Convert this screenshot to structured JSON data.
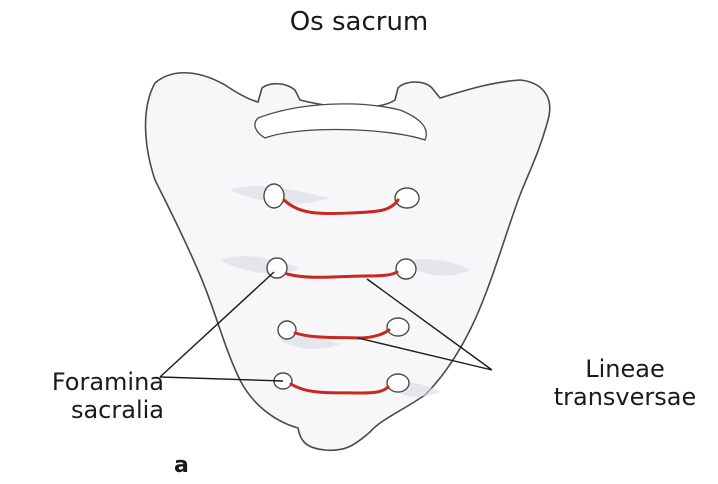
{
  "title": "Os sacrum",
  "labels": {
    "foramina_line1": "Foramina",
    "foramina_line2": "sacralia",
    "lineae_line1": "Lineae",
    "lineae_line2": "transversae",
    "panel_letter": "a"
  },
  "colors": {
    "bone_fill": "#f7f7f9",
    "bone_stroke": "#4a4a4a",
    "shadow": "#d9d9e2",
    "transverse_line": "#c8281e",
    "leader_line": "#1a1a1a"
  }
}
